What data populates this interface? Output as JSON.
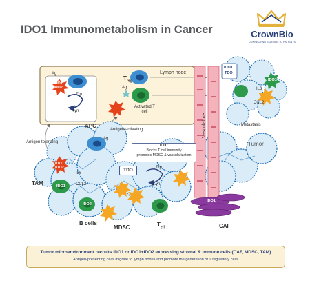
{
  "title": "IDO1 Immunometabolism in Cancer",
  "logo": {
    "name": "CrownBio",
    "tagline": "CONNECTING SCIENCE TO PATIENTS"
  },
  "lymph_node": {
    "label": "Lymph node",
    "ag": "Ag",
    "ag2": "Ag",
    "ido1": "IDO1",
    "ido2": "IDO2",
    "trp": "Trp",
    "kyn": "Kyn",
    "treg": "T",
    "treg_sub": "reg",
    "activated_tcell": "Activated T cell"
  },
  "labels": {
    "apc": "APC",
    "antigen_activating": "Antigen activating",
    "antigen_tolerizing": "Antigen tolerizing",
    "tam": "TAM",
    "b_cells": "B cells",
    "mdsc": "MDSC",
    "teff": "T",
    "teff_sub": "eff",
    "caf": "CAF",
    "tumor": "Tumor",
    "metastasis": "Metastasis",
    "vasculature": "Vasculature"
  },
  "tumor_cells": {
    "ag": "Ag",
    "ido1": "IDO1",
    "ido2": "IDO2",
    "il6": "IL6",
    "ccl2": "CCL2",
    "ido1_tam": "IDO1",
    "ido2_b": "IDO2",
    "trp": "Trp",
    "kyn": "Kyn",
    "tdo": "TDO",
    "ido1_caf": "IDO1"
  },
  "callout": {
    "line1": "IDO1",
    "line2": "Blocks T cell immunity",
    "line3": "promotes MDSC & vascularization"
  },
  "metastasis_box": {
    "ido1": "IDO1",
    "tdo": "TDO",
    "il6": "IL6",
    "ccl2": "CCL2",
    "ido1_cell": "IDO1"
  },
  "footer": {
    "line1": "Tumor microenvironment recruits IDO1 or IDO1+IDO2 expressing stromal & immune cells (CAF, MDSC, TAM)",
    "line2": "Antigen-presenting cells migrate to lymph nodes and promote the generation of T regulatory cells"
  },
  "colors": {
    "navy": "#2a3f7a",
    "blue_cell": "#3e8fd1",
    "green_cell": "#2c9a4a",
    "red_star": "#e5431c",
    "orange_star": "#f5a623",
    "purple_caf": "#8a3a9e",
    "vessel": "#e58c9a",
    "tumor_fill": "#d9ecf8",
    "lymph_fill": "#fdf3da",
    "gold": "#e3b23c"
  }
}
